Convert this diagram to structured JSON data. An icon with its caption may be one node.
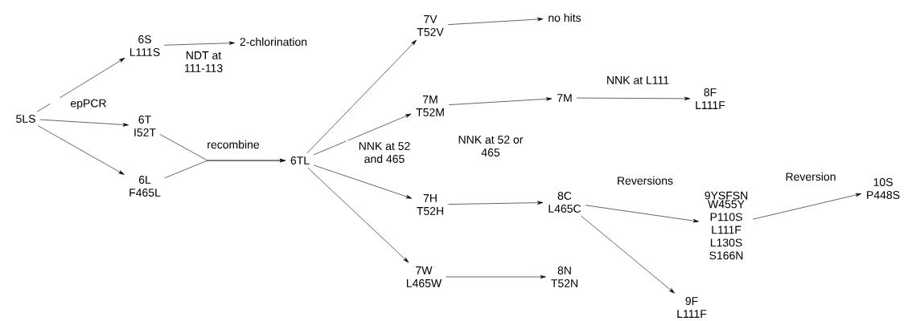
{
  "diagram": {
    "nodes": [
      {
        "text": [
          "5LS"
        ]
      },
      {
        "text": [
          "6S",
          "L111S"
        ]
      },
      {
        "text": [
          "2-chlorination"
        ]
      },
      {
        "text": [
          "6T",
          "I52T"
        ]
      },
      {
        "text": [
          "6L",
          "F465L"
        ]
      },
      {
        "text": [
          "6TL"
        ]
      },
      {
        "text": [
          "7V",
          "T52V"
        ]
      },
      {
        "text": [
          "no hits"
        ]
      },
      {
        "text": [
          "7M",
          "T52M"
        ]
      },
      {
        "text": [
          "7M"
        ]
      },
      {
        "text": [
          "8F",
          "L111F"
        ]
      },
      {
        "text": [
          "7H",
          "T52H"
        ]
      },
      {
        "text": [
          "8C",
          "L465C"
        ]
      },
      {
        "text": [
          "7W",
          "L465W"
        ]
      },
      {
        "text": [
          "8N",
          "T52N"
        ]
      },
      {
        "text": [
          "9YSFSN",
          "W455Y P110S L111F L130S S166N"
        ]
      },
      {
        "text": [
          "10S",
          "P448S"
        ]
      },
      {
        "text": [
          "9F",
          "L111F"
        ]
      }
    ],
    "edges": [
      {
        "from": 0,
        "to": 1,
        "arrow": "to"
      },
      {
        "from": 0,
        "to": 3,
        "label": "epPCR",
        "arrow": "to"
      },
      {
        "from": 0,
        "to": 4,
        "arrow": "to"
      },
      {
        "from": 1,
        "to": 2,
        "label": "NDT at 111-113",
        "arrow": "to"
      },
      {
        "from": 3,
        "to": 5,
        "label": "recombine",
        "arrow": "to"
      },
      {
        "from": 4,
        "to": 5,
        "arrow": "to"
      },
      {
        "from": 5,
        "to": 6,
        "arrow": "to"
      },
      {
        "from": 5,
        "to": 8,
        "label": "NNK at 52 and 465",
        "arrow": "to"
      },
      {
        "from": 5,
        "to": 11,
        "arrow": "to"
      },
      {
        "from": 5,
        "to": 13,
        "arrow": "to"
      },
      {
        "from": 6,
        "to": 7,
        "arrow": "to"
      },
      {
        "from": 8,
        "to": 9,
        "arrow": "to"
      },
      {
        "from": 9,
        "to": 10,
        "label": "NNK at L111",
        "arrow": "to"
      },
      {
        "from": 11,
        "to": 12,
        "arrow": "to"
      },
      {
        "from": 13,
        "to": 14,
        "arrow": "to"
      },
      {
        "from": 12,
        "to": 15,
        "label": "Reversions",
        "arrow": "to"
      },
      {
        "from": 12,
        "to": 17,
        "arrow": "to"
      },
      {
        "from": 15,
        "to": 16,
        "label": "Reversion",
        "arrow": "to"
      }
    ],
    "labels": [
      "NNK at 52 or 465"
    ]
  }
}
